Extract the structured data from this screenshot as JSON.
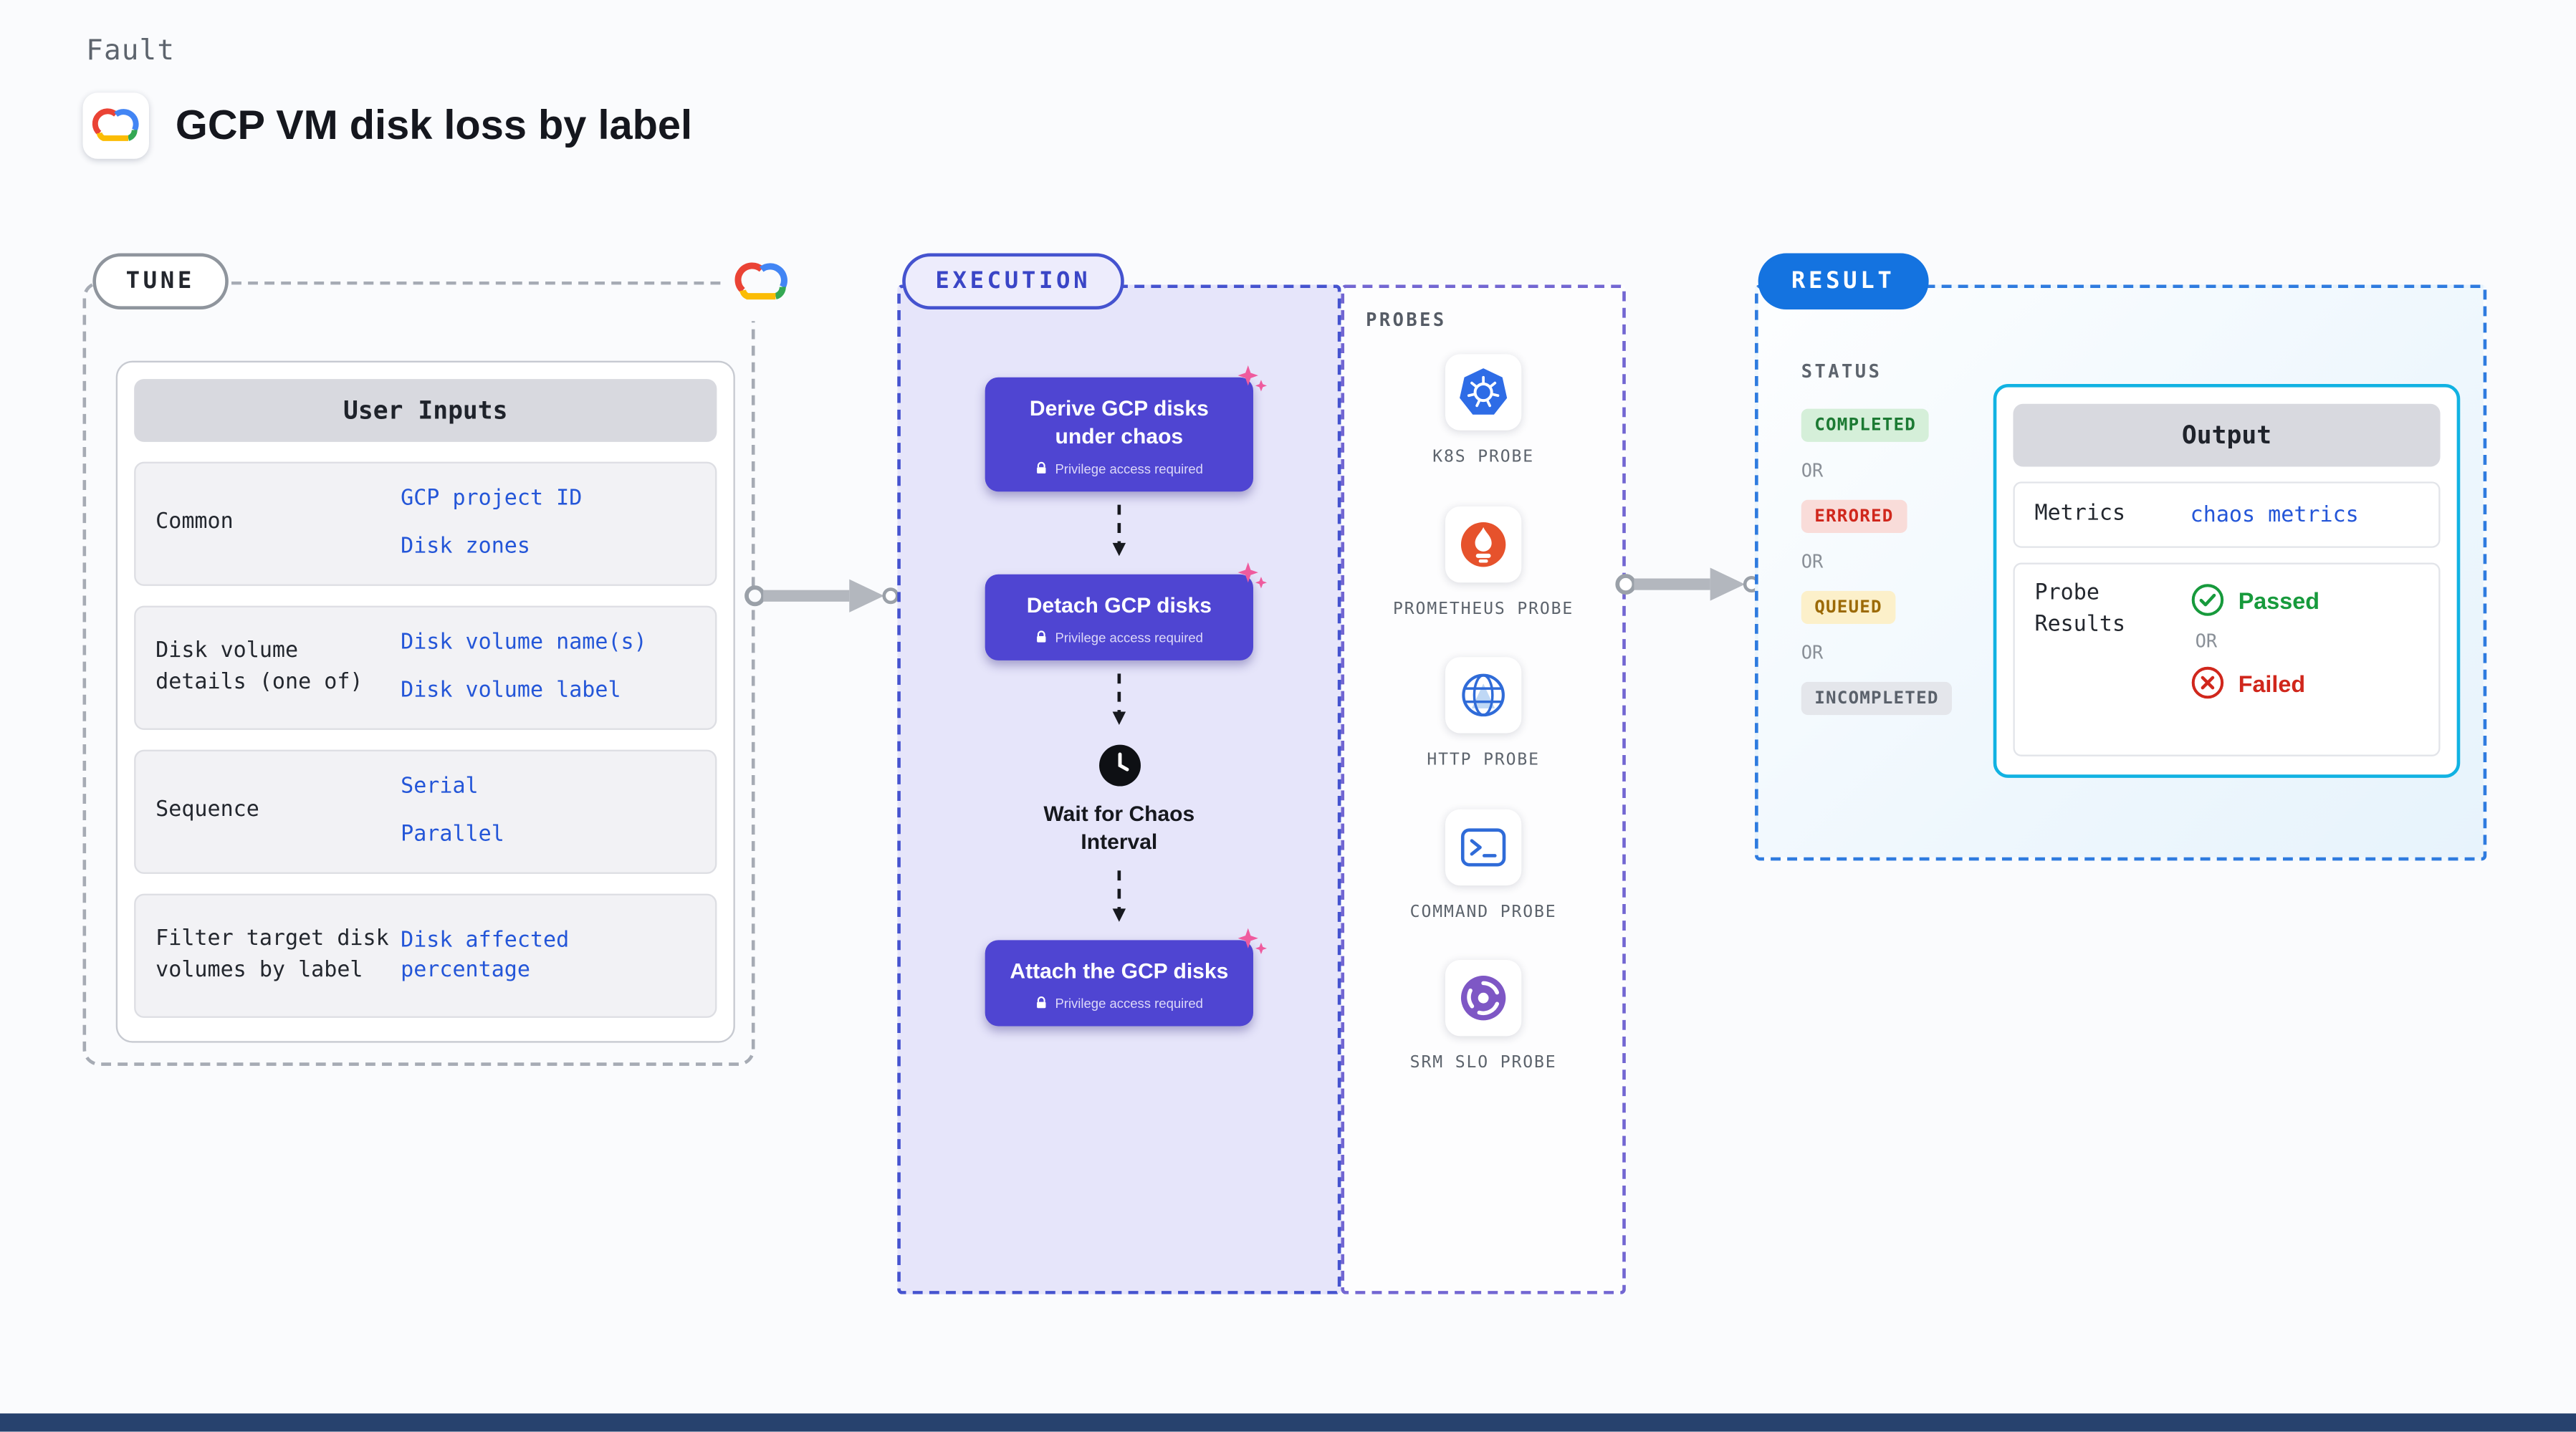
{
  "page": {
    "eyebrow": "Fault",
    "title": "GCP VM disk loss by label"
  },
  "tune": {
    "label": "TUNE",
    "table": {
      "header": "User Inputs",
      "rows": [
        {
          "name": "Common",
          "values": [
            "GCP project ID",
            "Disk zones"
          ]
        },
        {
          "name": "Disk volume details (one of)",
          "values": [
            "Disk volume name(s)",
            "Disk volume label"
          ]
        },
        {
          "name": "Sequence",
          "values": [
            "Serial",
            "Parallel"
          ]
        },
        {
          "name": "Filter target disk volumes by label",
          "values": [
            "Disk affected percentage"
          ]
        }
      ]
    }
  },
  "execution": {
    "label": "EXECUTION",
    "steps": [
      {
        "title": "Derive GCP disks under chaos",
        "badge": "Privilege access required"
      },
      {
        "title": "Detach GCP disks",
        "badge": "Privilege access required"
      },
      {
        "title": "Attach the GCP disks",
        "badge": "Privilege access required"
      }
    ],
    "wait_label": "Wait for Chaos Interval"
  },
  "probes": {
    "label": "PROBES",
    "items": [
      {
        "name": "K8S PROBE",
        "icon": "kubernetes-icon"
      },
      {
        "name": "PROMETHEUS PROBE",
        "icon": "prometheus-icon"
      },
      {
        "name": "HTTP PROBE",
        "icon": "globe-icon"
      },
      {
        "name": "COMMAND PROBE",
        "icon": "terminal-icon"
      },
      {
        "name": "SRM SLO PROBE",
        "icon": "srm-slo-icon"
      }
    ]
  },
  "result": {
    "label": "RESULT",
    "status_heading": "STATUS",
    "or_label": "OR",
    "statuses": [
      {
        "label": "COMPLETED",
        "type": "success"
      },
      {
        "label": "ERRORED",
        "type": "error"
      },
      {
        "label": "QUEUED",
        "type": "warning"
      },
      {
        "label": "INCOMPLETED",
        "type": "neutral"
      }
    ],
    "output": {
      "header": "Output",
      "metrics_label": "Metrics",
      "metrics_value": "chaos metrics",
      "probe_results_label": "Probe Results",
      "passed_label": "Passed",
      "failed_label": "Failed"
    }
  },
  "colors": {
    "step_purple": "#4f45d2",
    "execution_bg": "#e6e5fa",
    "value_blue": "#2456d8",
    "result_border_blue": "#2e7bdf",
    "output_border_cyan": "#11b2e2",
    "success_green": "#179a3c",
    "error_red": "#d0271c",
    "queued_yellow": "#9c6a06",
    "sparkle_pink": "#ef5b9e"
  }
}
